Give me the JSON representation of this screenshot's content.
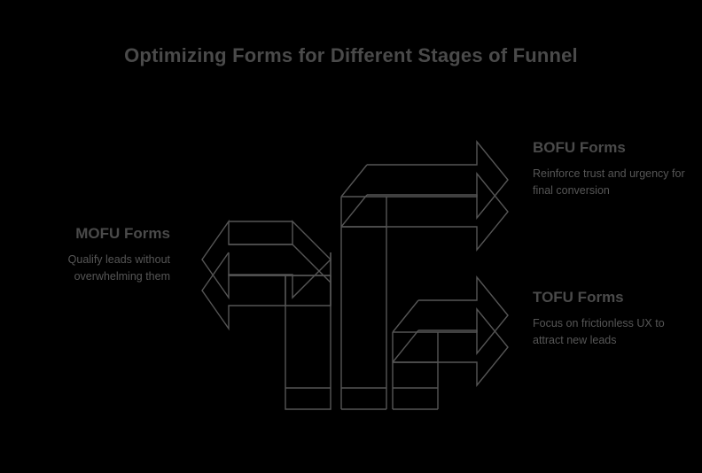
{
  "page": {
    "title": "Optimizing Forms for Different Stages of Funnel",
    "background_color": "#000000",
    "stroke_color": "#555555",
    "heading_color": "#4a4a4a",
    "body_color": "#565656"
  },
  "stages": {
    "mofu": {
      "heading": "MOFU Forms",
      "body": "Qualify leads without overwhelming them",
      "direction": "left"
    },
    "bofu": {
      "heading": "BOFU Forms",
      "body": "Reinforce trust and urgency for final conversion",
      "direction": "right"
    },
    "tofu": {
      "heading": "TOFU Forms",
      "body": "Focus on frictionless UX to attract new leads",
      "direction": "right"
    }
  }
}
